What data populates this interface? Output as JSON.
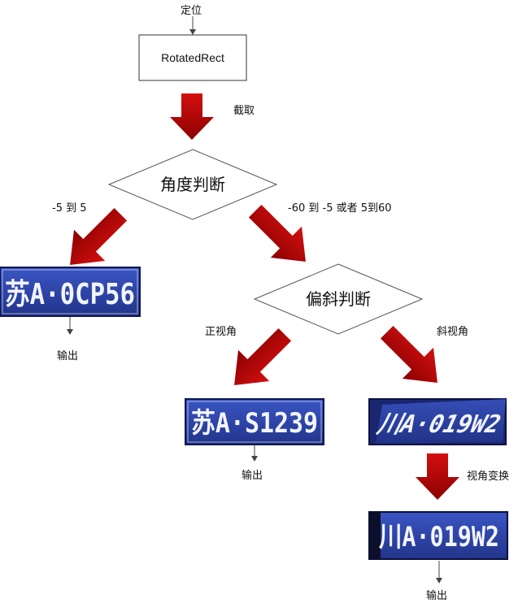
{
  "labels": {
    "top": "定位",
    "rotated_rect": "RotatedRect",
    "crop": "截取",
    "angle_check": "角度判断",
    "left_range": "-5 到 5",
    "right_range": "-60 到 -5 或者 5到60",
    "skew_check": "偏斜判断",
    "front_view": "正视角",
    "oblique_view": "斜视角",
    "output_1": "输出",
    "output_2": "输出",
    "view_transform": "视角变换",
    "output_3": "输出"
  },
  "plates": {
    "plate_1": "苏A·0CP56",
    "plate_2": "苏A·S1239",
    "plate_3": "川A·019W2",
    "plate_4": "川A·019W2"
  },
  "colors": {
    "arrow_red": "#c00000",
    "arrow_dark": "#8b0000",
    "plate_blue": "#2a3f9e",
    "plate_dark": "#101a55",
    "line": "#444444"
  }
}
